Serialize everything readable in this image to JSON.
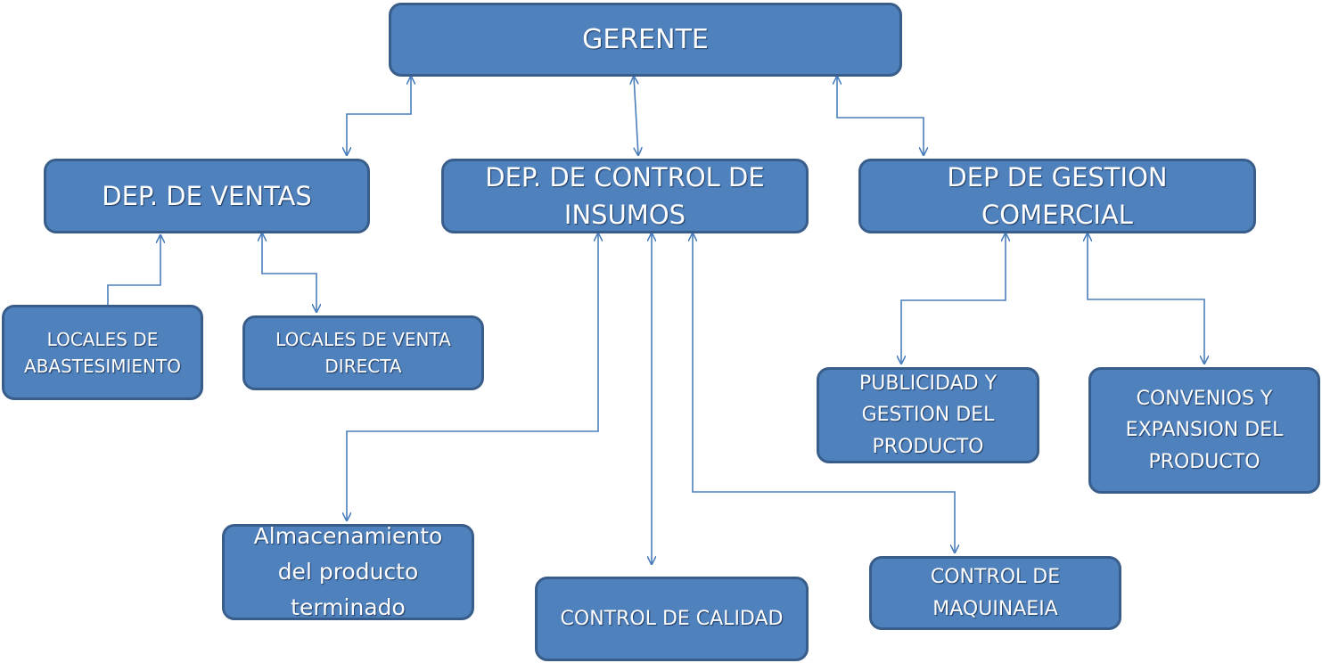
{
  "nodes": {
    "gerente": "GERENTE",
    "dep_ventas": "DEP. DE VENTAS",
    "dep_control_insumos": "DEP. DE CONTROL DE\nINSUMOS",
    "dep_gestion_comercial": "DEP DE GESTION\nCOMERCIAL",
    "locales_abastesimiento": "LOCALES DE\nABASTESIMIENTO",
    "locales_venta_directa": "LOCALES DE  VENTA\nDIRECTA",
    "publicidad_gestion": "PUBLICIDAD Y\nGESTION DEL\nPRODUCTO",
    "convenios_expansion": "CONVENIOS Y\nEXPANSION DEL\nPRODUCTO",
    "almacenamiento": "Almacenamiento\ndel producto\nterminado",
    "control_calidad": "CONTROL DE CALIDAD",
    "control_maquinaeia": "CONTROL DE\nMAQUINAEIA"
  },
  "colors": {
    "node_fill": "#4f81bd",
    "node_border": "#385d8a",
    "connector": "#4a7ebb",
    "text": "#ffffff"
  }
}
